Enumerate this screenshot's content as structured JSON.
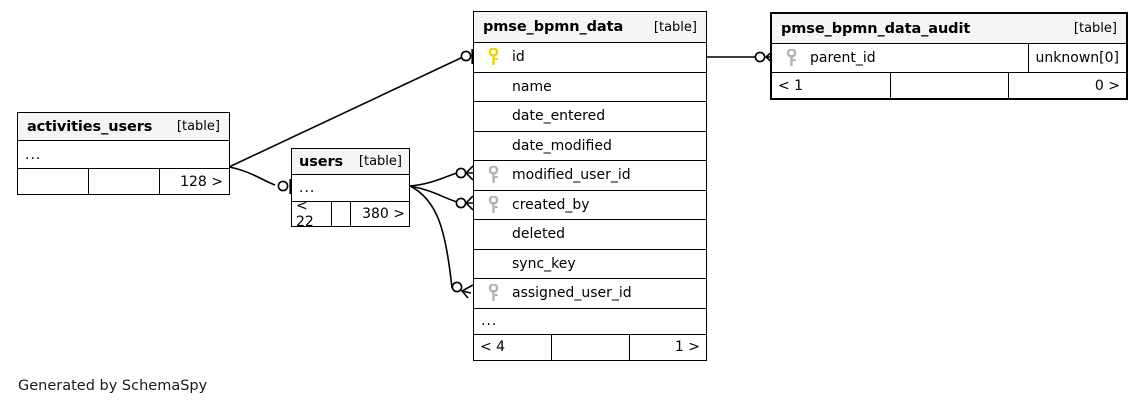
{
  "diagram": {
    "type": "entity-relationship-diagram",
    "generator_caption": "Generated by SchemaSpy",
    "table_tag": "[table]",
    "ellipsis": "...",
    "colors": {
      "primary_key_icon": "#f2d500",
      "foreign_key_icon": "#b3b3b3",
      "header_background": "#f5f5f5",
      "border": "#000000",
      "background": "#ffffff"
    }
  },
  "tables": {
    "activities_users": {
      "name": "activities_users",
      "tag": "[table]",
      "rows": [
        {
          "key": "none",
          "label": "...",
          "type": ""
        }
      ],
      "footer": {
        "left": "",
        "mid": "",
        "right": "128 >"
      }
    },
    "users": {
      "name": "users",
      "tag": "[table]",
      "rows": [
        {
          "key": "none",
          "label": "...",
          "type": ""
        }
      ],
      "footer": {
        "left": "< 22",
        "mid": "",
        "right": "380 >"
      }
    },
    "pmse_bpmn_data": {
      "name": "pmse_bpmn_data",
      "tag": "[table]",
      "rows": [
        {
          "key": "primary",
          "label": "id",
          "type": ""
        },
        {
          "key": "none",
          "label": "name",
          "type": ""
        },
        {
          "key": "none",
          "label": "date_entered",
          "type": ""
        },
        {
          "key": "none",
          "label": "date_modified",
          "type": ""
        },
        {
          "key": "foreign",
          "label": "modified_user_id",
          "type": ""
        },
        {
          "key": "foreign",
          "label": "created_by",
          "type": ""
        },
        {
          "key": "none",
          "label": "deleted",
          "type": ""
        },
        {
          "key": "none",
          "label": "sync_key",
          "type": ""
        },
        {
          "key": "foreign",
          "label": "assigned_user_id",
          "type": ""
        },
        {
          "key": "none",
          "label": "...",
          "type": ""
        }
      ],
      "footer": {
        "left": "< 4",
        "mid": "",
        "right": "1 >"
      }
    },
    "pmse_bpmn_data_audit": {
      "name": "pmse_bpmn_data_audit",
      "tag": "[table]",
      "rows": [
        {
          "key": "foreign",
          "label": "parent_id",
          "type": "unknown[0]"
        }
      ],
      "footer": {
        "left": "< 1",
        "mid": "",
        "right": "0 >"
      }
    }
  },
  "relationships": [
    {
      "from": "activities_users",
      "to": "pmse_bpmn_data.id",
      "style": "straight"
    },
    {
      "from": "activities_users",
      "to": "users",
      "style": "curve"
    },
    {
      "from": "users",
      "to": "pmse_bpmn_data.modified_user_id",
      "style": "curve"
    },
    {
      "from": "users",
      "to": "pmse_bpmn_data.created_by",
      "style": "curve"
    },
    {
      "from": "users",
      "to": "pmse_bpmn_data.assigned_user_id",
      "style": "curve"
    },
    {
      "from": "pmse_bpmn_data.id",
      "to": "pmse_bpmn_data_audit.parent_id",
      "style": "straight"
    }
  ]
}
